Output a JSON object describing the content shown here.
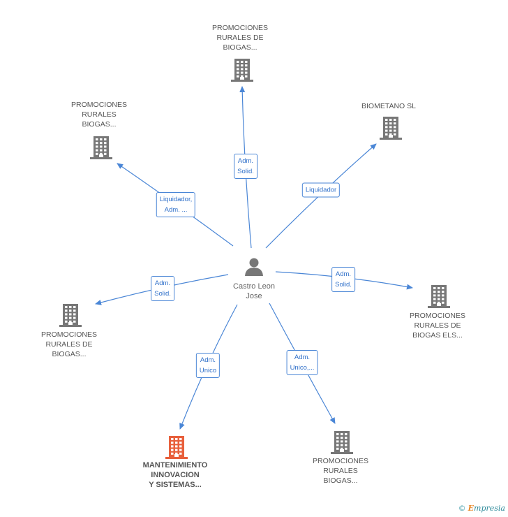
{
  "center": {
    "label": "Castro Leon\nJose"
  },
  "companies": [
    {
      "id": "n1",
      "label": "PROMOCIONES\nRURALES DE\nBIOGAS...",
      "highlight": false
    },
    {
      "id": "n2",
      "label": "BIOMETANO SL",
      "highlight": false
    },
    {
      "id": "n3",
      "label": "PROMOCIONES\nRURALES\nBIOGAS...",
      "highlight": false
    },
    {
      "id": "n4",
      "label": "PROMOCIONES\nRURALES DE\nBIOGAS ELS...",
      "highlight": false
    },
    {
      "id": "n5",
      "label": "PROMOCIONES\nRURALES DE\nBIOGAS...",
      "highlight": false
    },
    {
      "id": "n6",
      "label": "MANTENIMIENTO\nINNOVACION\nY SISTEMAS...",
      "highlight": true
    },
    {
      "id": "n7",
      "label": "PROMOCIONES\nRURALES\nBIOGAS...",
      "highlight": false
    }
  ],
  "relations": [
    {
      "to": "n1",
      "label": "Adm.\nSolid."
    },
    {
      "to": "n2",
      "label": "Liquidador"
    },
    {
      "to": "n3",
      "label": "Liquidador,\nAdm. ..."
    },
    {
      "to": "n4",
      "label": "Adm.\nSolid."
    },
    {
      "to": "n5",
      "label": "Adm.\nSolid."
    },
    {
      "to": "n6",
      "label": "Adm.\nUnico"
    },
    {
      "to": "n7",
      "label": "Adm.\nUnico,..."
    }
  ],
  "colors": {
    "edge": "#4a86d6",
    "building": "#777777",
    "building_highlight": "#e8603c",
    "person": "#777777"
  },
  "icons": {
    "company": "building-icon",
    "person": "person-icon"
  },
  "footer": {
    "copyright": "©",
    "brand_initial": "E",
    "brand_rest": "mpresia"
  }
}
